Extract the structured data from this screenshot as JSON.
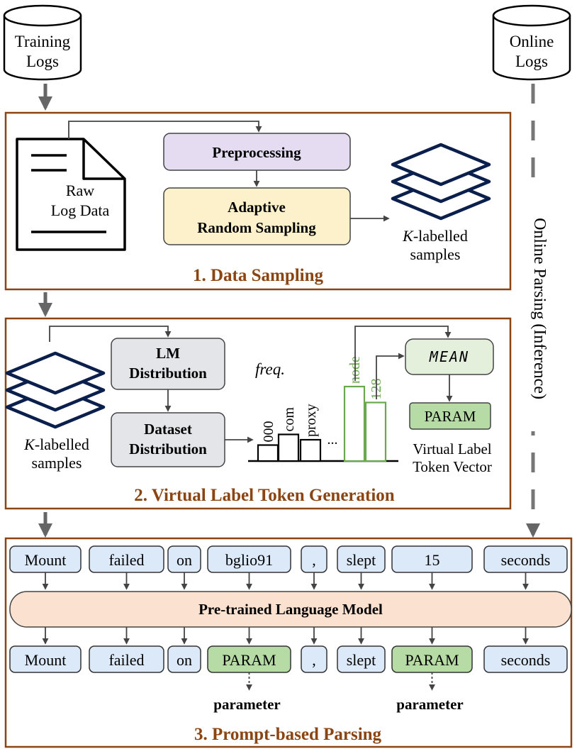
{
  "sources": {
    "training_logs": "Training\nLogs",
    "online_logs": "Online\nLogs"
  },
  "side_label": "Online Parsing (Inference)",
  "section1": {
    "title": "1. Data Sampling",
    "raw_log_data": "Raw\nLog Data",
    "preprocessing": "Preprocessing",
    "adaptive_random_sampling": "Adaptive\nRandom Sampling",
    "k_labelled_samples": "K-labelled\nsamples"
  },
  "section2": {
    "title": "2. Virtual Label Token Generation",
    "k_labelled_samples": "K-labelled\nsamples",
    "lm_distribution": "LM\nDistribution",
    "dataset_distribution": "Dataset\nDistribution",
    "freq_label": "freq.",
    "ellipsis": "...",
    "mean": "MEAN",
    "param": "PARAM",
    "virtual_label_token_vector": "Virtual Label\nToken Vector"
  },
  "histogram": {
    "type": "bar",
    "categories": [
      "000",
      "com",
      "proxy",
      "node",
      "128"
    ],
    "values": [
      3,
      5,
      4,
      14,
      11
    ],
    "highlighted": [
      "node",
      "128"
    ],
    "colors": {
      "default": "#000000",
      "highlight": "#6aa84f"
    }
  },
  "section3": {
    "title": "3. Prompt-based Parsing",
    "model": "Pre-trained Language Model",
    "input_tokens": [
      "Mount",
      "failed",
      "on",
      "bglio91",
      ",",
      "slept",
      "15",
      "seconds"
    ],
    "output_tokens": [
      "Mount",
      "failed",
      "on",
      "PARAM",
      ",",
      "slept",
      "PARAM",
      "seconds"
    ],
    "parameter_label": "parameter"
  },
  "colors": {
    "section_border": "#8b4513",
    "title_color": "#8b4513",
    "token_fill": "#dce9f8",
    "param_fill": "#b7dba5",
    "preprocessing_fill": "#e6dcf2",
    "sampling_fill": "#fdf1cc",
    "dist_fill": "#e3e5e9",
    "mean_fill": "#e4f0dc",
    "model_fill": "#fbe1cf",
    "arrow_gray": "#666666"
  }
}
